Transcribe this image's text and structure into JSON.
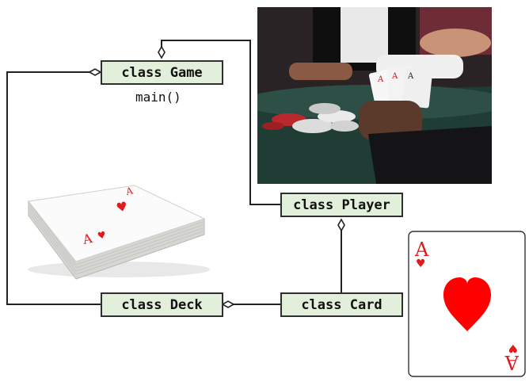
{
  "classes": {
    "game": "class Game",
    "player": "class Player",
    "deck": "class Deck",
    "card": "class Card"
  },
  "methods": {
    "game_main": "main()"
  },
  "card": {
    "rank": "A",
    "suit": "hearts",
    "suit_glyph": "♥",
    "color": "#e11b1b"
  },
  "colors": {
    "class_fill": "#e2efda",
    "line": "#222222",
    "felt": "#1f3d35"
  }
}
